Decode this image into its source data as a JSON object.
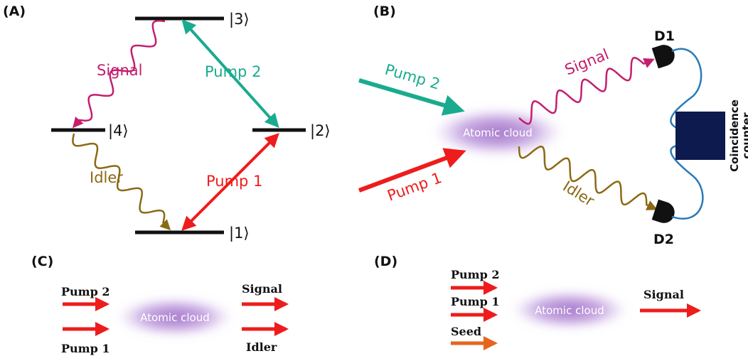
{
  "panels": {
    "a": "(A)",
    "b": "(B)",
    "c": "(C)",
    "d": "(D)"
  },
  "levels": {
    "l1": "|1⟩",
    "l2": "|2⟩",
    "l3": "|3⟩",
    "l4": "|4⟩"
  },
  "labels": {
    "signal": "Signal",
    "idler": "Idler",
    "pump1": "Pump 1",
    "pump2": "Pump 2",
    "seed": "Seed",
    "atomic_cloud": "Atomic cloud",
    "d1": "D1",
    "d2": "D2",
    "coincidence_line1": "Coincidence",
    "coincidence_line2": "counter"
  },
  "colors": {
    "signal": "#c41e6e",
    "idler": "#8a6a14",
    "pump1": "#ee1c1c",
    "pump2": "#1aab8e",
    "seed": "#e5661e",
    "cloud": "#a070c8",
    "counter": "#0d1a4e",
    "fiber": "#2a7ab8"
  }
}
